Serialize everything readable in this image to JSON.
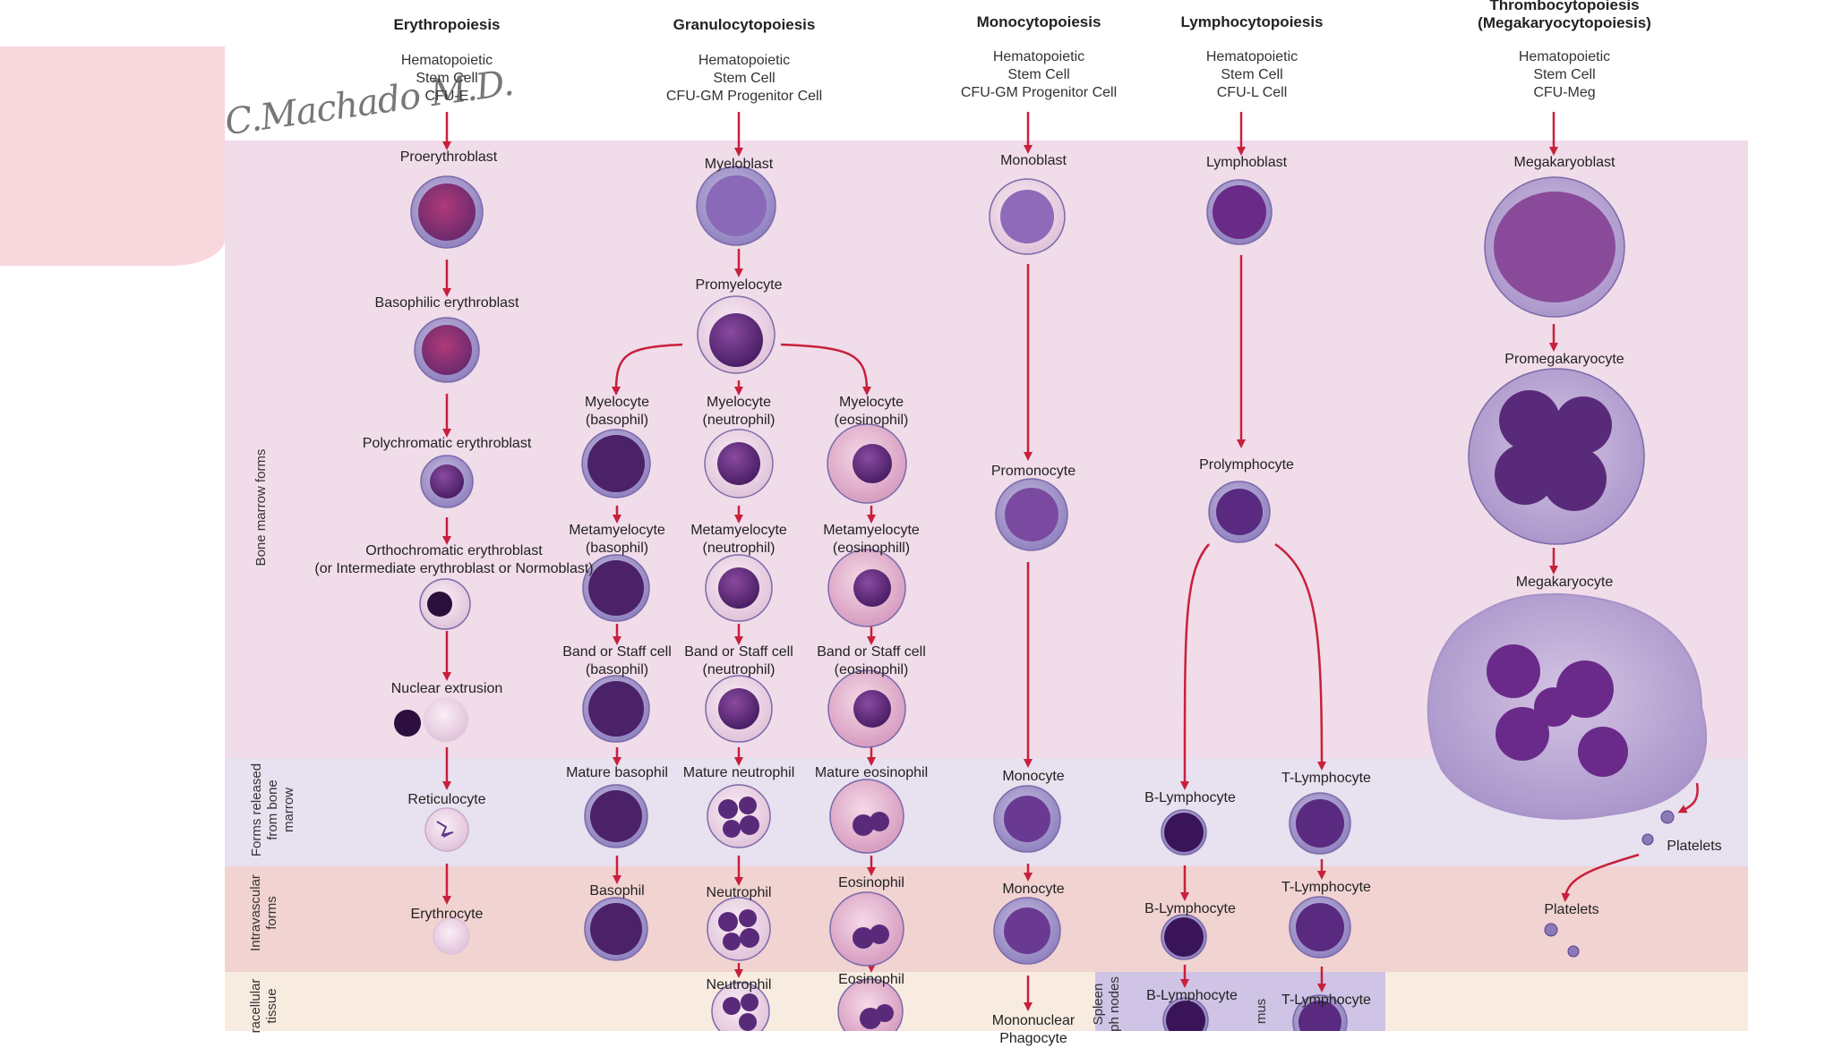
{
  "signature": "C.Machado M.D.",
  "zones": {
    "bone_marrow": "Bone marrow forms",
    "released": "Forms released\nfrom bone\nmarrow",
    "intravascular": "Intravascular\nforms",
    "extravascular": "racellular\ntissue",
    "spleen": "Spleen\nph nodes",
    "thymus": "mus"
  },
  "columns": [
    {
      "title": "Erythropoiesis",
      "source": "Hematopoietic\nStem Cell\nCFU-E"
    },
    {
      "title": "Granulocytopoiesis",
      "source": "Hematopoietic\nStem Cell\nCFU-GM Progenitor Cell"
    },
    {
      "title": "Monocytopoiesis",
      "source": "Hematopoietic\nStem Cell\nCFU-GM Progenitor Cell"
    },
    {
      "title": "Lymphocytopoiesis",
      "source": "Hematopoietic\nStem Cell\nCFU-L Cell"
    },
    {
      "title": "Thrombocytopoiesis\n(Megakaryocytopoiesis)",
      "source": "Hematopoietic\nStem Cell\nCFU-Meg"
    }
  ],
  "cells": {
    "proerythroblast": "Proerythroblast",
    "basophilic_erythroblast": "Basophilic erythroblast",
    "polychromatic_erythroblast": "Polychromatic erythroblast",
    "orthochromatic_erythroblast": "Orthochromatic erythroblast\n(or Intermediate erythroblast or Normoblast)",
    "nuclear_extrusion": "Nuclear extrusion",
    "reticulocyte": "Reticulocyte",
    "erythrocyte": "Erythrocyte",
    "myeloblast": "Myeloblast",
    "promyelocyte": "Promyelocyte",
    "myelocyte_basophil": "Myelocyte\n(basophil)",
    "myelocyte_neutrophil": "Myelocyte\n(neutrophil)",
    "myelocyte_eosinophil": "Myelocyte\n(eosinophil)",
    "metamyelocyte_basophil": "Metamyelocyte\n(basophil)",
    "metamyelocyte_neutrophil": "Metamyelocyte\n(neutrophil)",
    "metamyelocyte_eosinophil": "Metamyelocyte\n(eosinophill)",
    "band_basophil": "Band or Staff cell\n(basophil)",
    "band_neutrophil": "Band or Staff cell\n(neutrophil)",
    "band_eosinophil": "Band or Staff cell\n(eosinophil)",
    "mature_basophil": "Mature basophil",
    "mature_neutrophil": "Mature neutrophil",
    "mature_eosinophil": "Mature eosinophil",
    "basophil": "Basophil",
    "neutrophil": "Neutrophil",
    "eosinophil": "Eosinophil",
    "neutrophil_tissue": "Neutrophil",
    "eosinophil_tissue": "Eosinophil",
    "monoblast": "Monoblast",
    "promonocyte": "Promonocyte",
    "monocyte_released": "Monocyte",
    "monocyte_blood": "Monocyte",
    "mononuclear": "Mononuclear\nPhagocyte",
    "lymphoblast": "Lymphoblast",
    "prolymphocyte": "Prolymphocyte",
    "b_lymphocyte_released": "B-Lymphocyte",
    "t_lymphocyte_released": "T-Lymphocyte",
    "b_lymphocyte_blood": "B-Lymphocyte",
    "t_lymphocyte_blood": "T-Lymphocyte",
    "b_lymphocyte_tissue": "B-Lymphocyte",
    "t_lymphocyte_tissue": "T-Lymphocyte",
    "megakaryoblast": "Megakaryoblast",
    "promegakaryocyte": "Promegakaryocyte",
    "megakaryocyte": "Megakaryocyte",
    "platelets_release": "Platelets",
    "platelets_blood": "Platelets"
  },
  "colors": {
    "bone_marrow_band": "#f1dcea",
    "released_band": "#e8e1ef",
    "intravascular_band": "#f1d3d2",
    "extravascular_band": "#f8ece1",
    "lymph_tissue_band": "#cfc3e6",
    "arrow": "#c8203c"
  }
}
